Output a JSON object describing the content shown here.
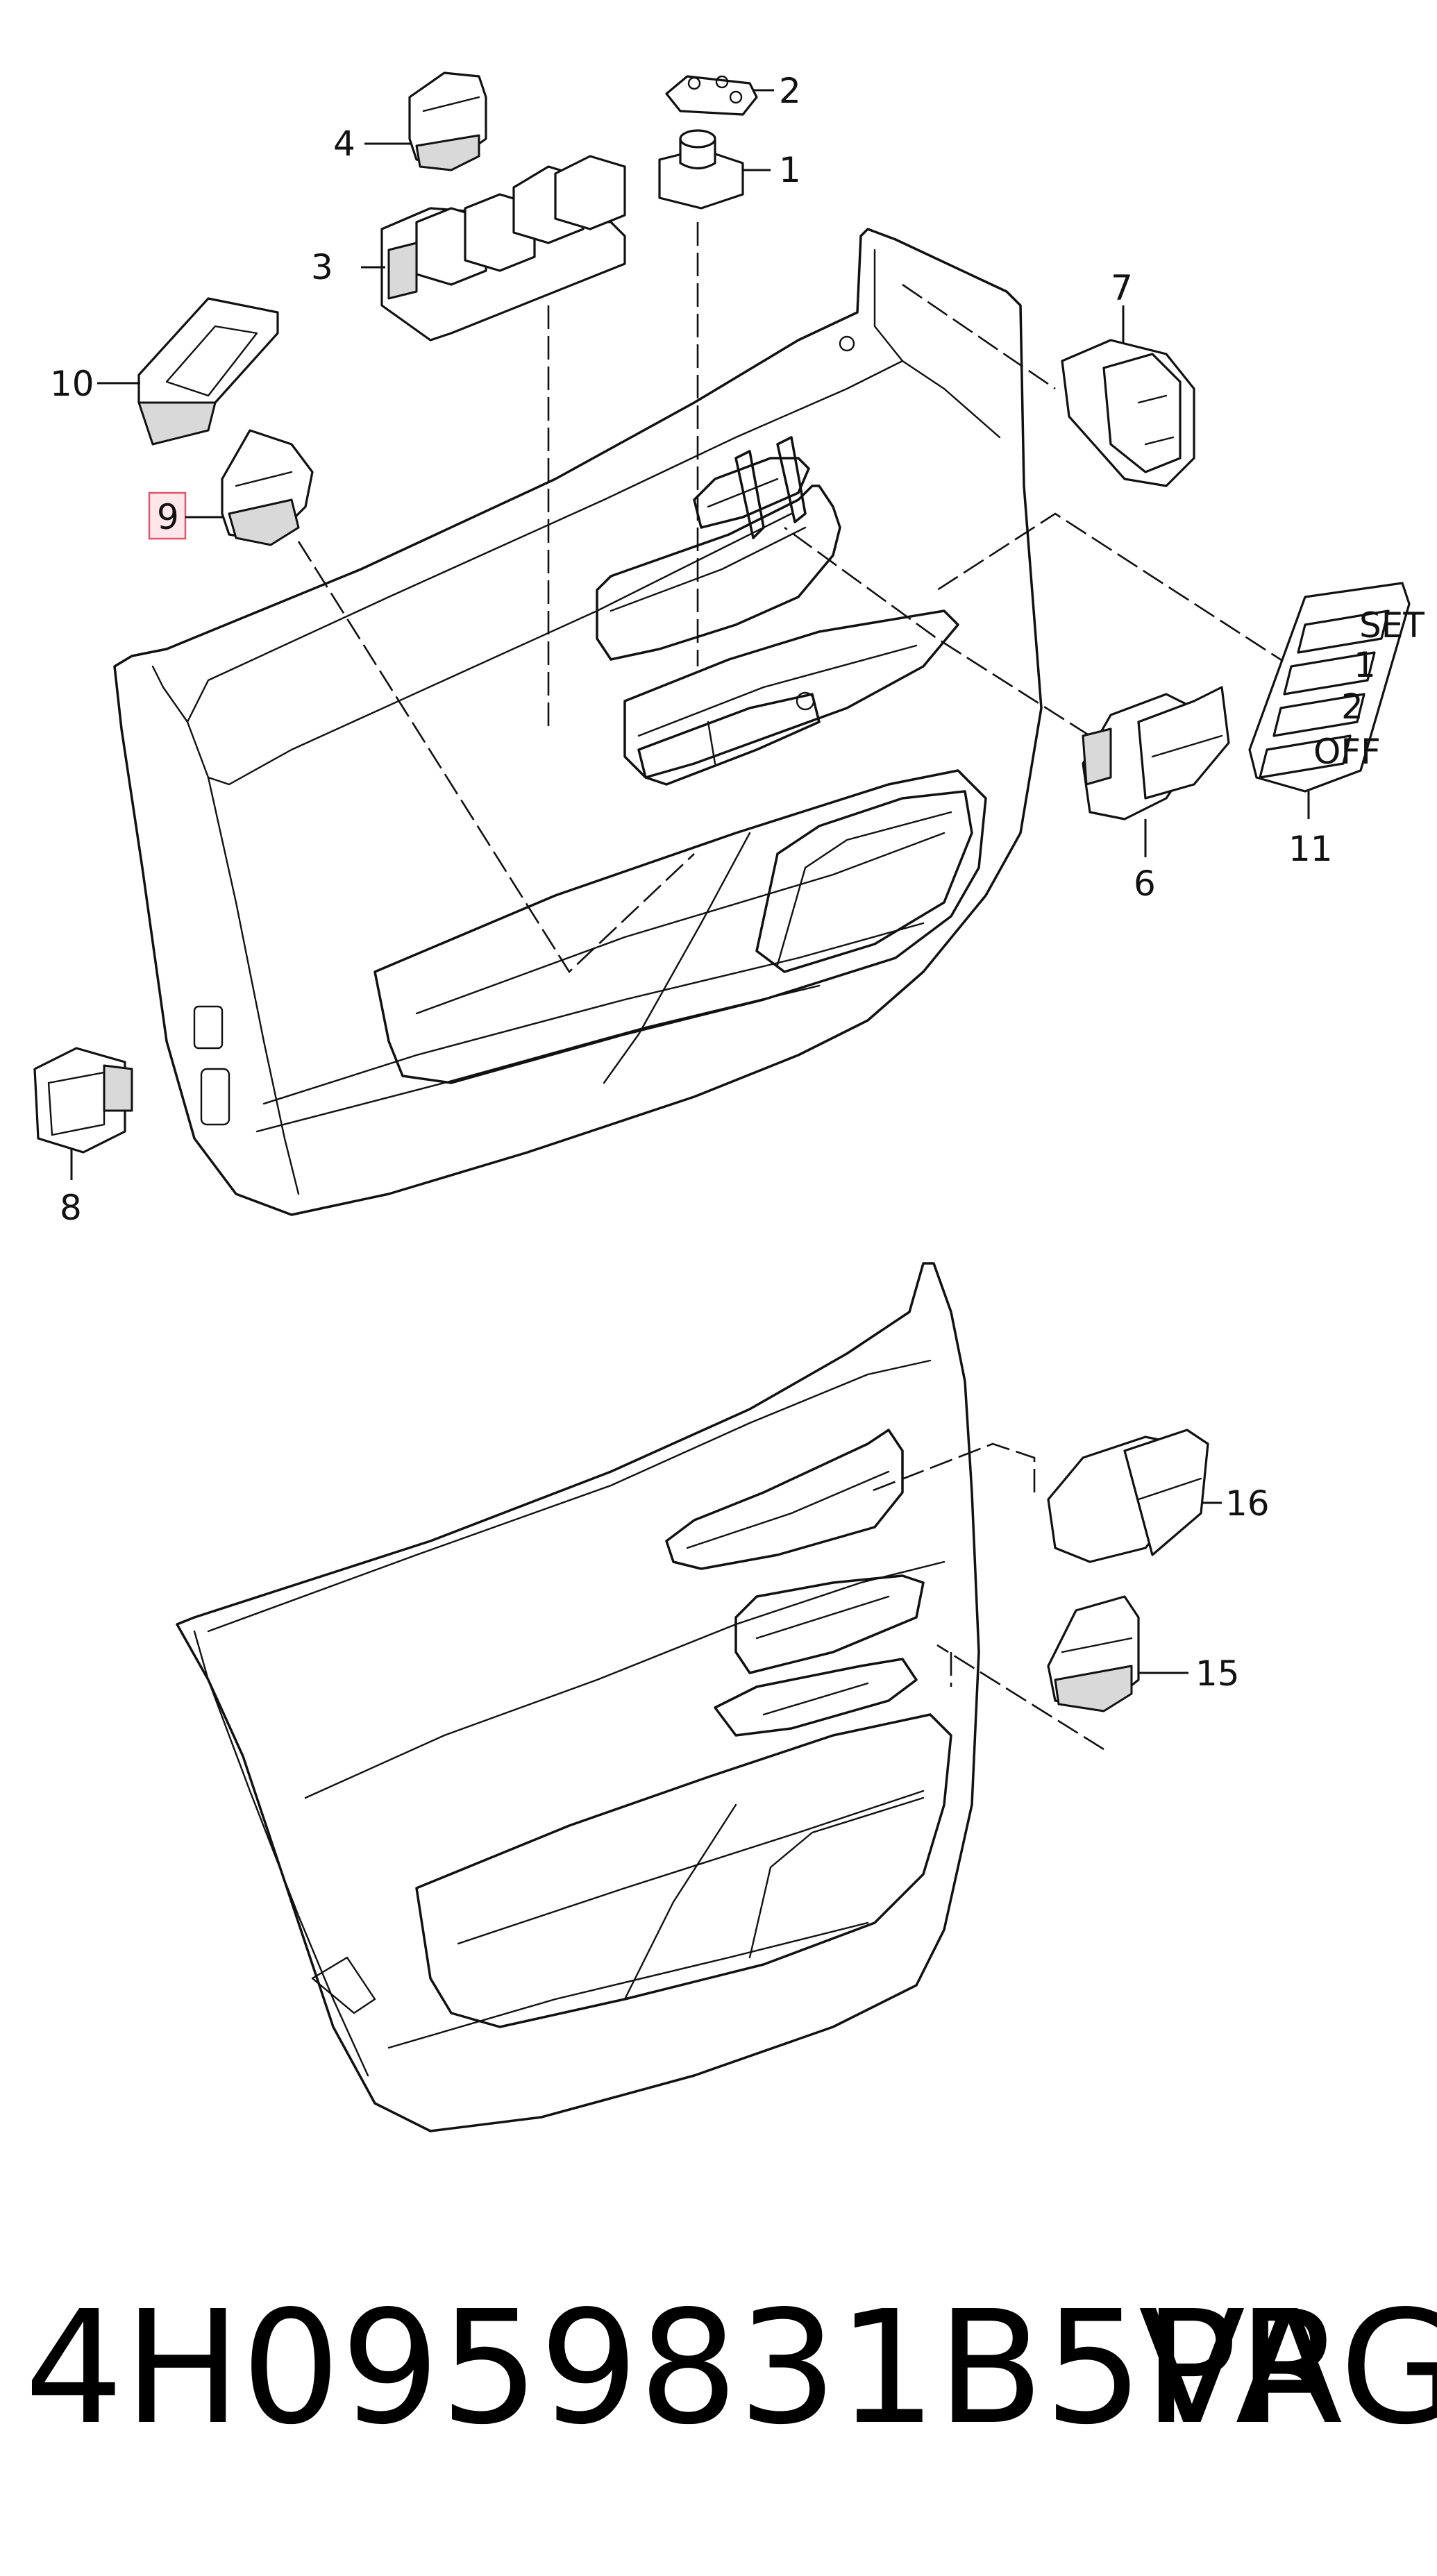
{
  "diagram": {
    "callouts": [
      {
        "id": "1",
        "label": "1"
      },
      {
        "id": "2",
        "label": "2"
      },
      {
        "id": "3",
        "label": "3"
      },
      {
        "id": "4",
        "label": "4"
      },
      {
        "id": "6",
        "label": "6"
      },
      {
        "id": "7",
        "label": "7"
      },
      {
        "id": "8",
        "label": "8"
      },
      {
        "id": "9",
        "label": "9",
        "highlighted": true
      },
      {
        "id": "10",
        "label": "10"
      },
      {
        "id": "11",
        "label": "11"
      },
      {
        "id": "15",
        "label": "15"
      },
      {
        "id": "16",
        "label": "16"
      }
    ],
    "part_markings": {
      "set": "SET",
      "one": "1",
      "two": "2",
      "off": "OFF"
    },
    "highlight_color": "#e2566a"
  },
  "footer": {
    "part_number": "4H0959831B5PR",
    "brand": "VAG"
  }
}
